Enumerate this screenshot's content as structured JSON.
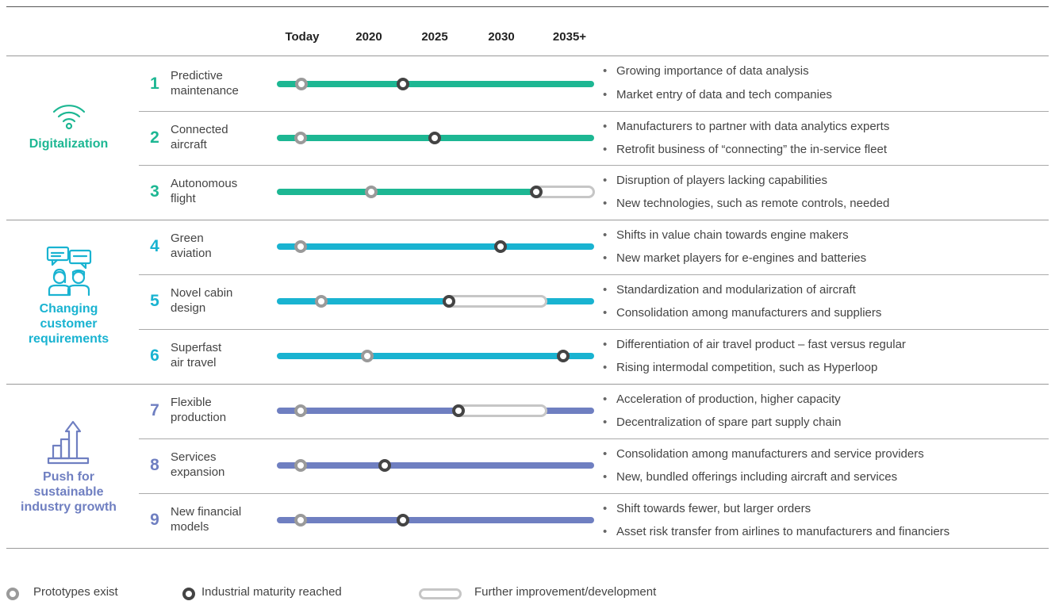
{
  "years": [
    "Today",
    "2020",
    "2025",
    "2030",
    "2035+"
  ],
  "colors": {
    "digitalization": "#1db793",
    "customer": "#19b3d1",
    "industry": "#6f7fc1",
    "prototype_marker": "#9a9a9a",
    "maturity_marker": "#444444",
    "development_bar": "#c6c6c6"
  },
  "categories": [
    {
      "label": "Digitalization",
      "icon": "wifi-icon"
    },
    {
      "label": "Changing customer requirements",
      "icon": "customer-chat-icon"
    },
    {
      "label": "Push for sustainable industry growth",
      "icon": "growth-chart-icon"
    }
  ],
  "rows": [
    {
      "num": "1",
      "line1": "Predictive",
      "line2": "maintenance",
      "bullet1": "Growing importance of data analysis",
      "bullet2": "Market entry of data and tech companies"
    },
    {
      "num": "2",
      "line1": "Connected",
      "line2": "aircraft",
      "bullet1": "Manufacturers to partner with data analytics experts",
      "bullet2": "Retrofit business of “connecting” the in-service fleet"
    },
    {
      "num": "3",
      "line1": "Autonomous",
      "line2": "flight",
      "bullet1": "Disruption of players lacking capabilities",
      "bullet2": "New technologies, such as remote controls, needed"
    },
    {
      "num": "4",
      "line1": "Green",
      "line2": "aviation",
      "bullet1": "Shifts in value chain towards engine makers",
      "bullet2": "New market players for e-engines and batteries"
    },
    {
      "num": "5",
      "line1": "Novel cabin",
      "line2": "design",
      "bullet1": "Standardization and modularization of aircraft",
      "bullet2": "Consolidation among manufacturers and suppliers"
    },
    {
      "num": "6",
      "line1": "Superfast",
      "line2": "air travel",
      "bullet1": "Differentiation of air travel product – fast versus regular",
      "bullet2": "Rising intermodal competition, such as Hyperloop"
    },
    {
      "num": "7",
      "line1": "Flexible",
      "line2": "production",
      "bullet1": "Acceleration of production, higher capacity",
      "bullet2": "Decentralization of spare part supply chain"
    },
    {
      "num": "8",
      "line1": "Services",
      "line2": "expansion",
      "bullet1": "Consolidation among manufacturers and service providers",
      "bullet2": "New, bundled offerings including aircraft and services"
    },
    {
      "num": "9",
      "line1": "New financial",
      "line2": "models",
      "bullet1": "Shift towards fewer, but larger orders",
      "bullet2": "Asset risk transfer from airlines to manufacturers and financiers"
    }
  ],
  "legend": {
    "prototype": "Prototypes exist",
    "maturity": "Industrial maturity reached",
    "development": "Further improvement/development"
  }
}
